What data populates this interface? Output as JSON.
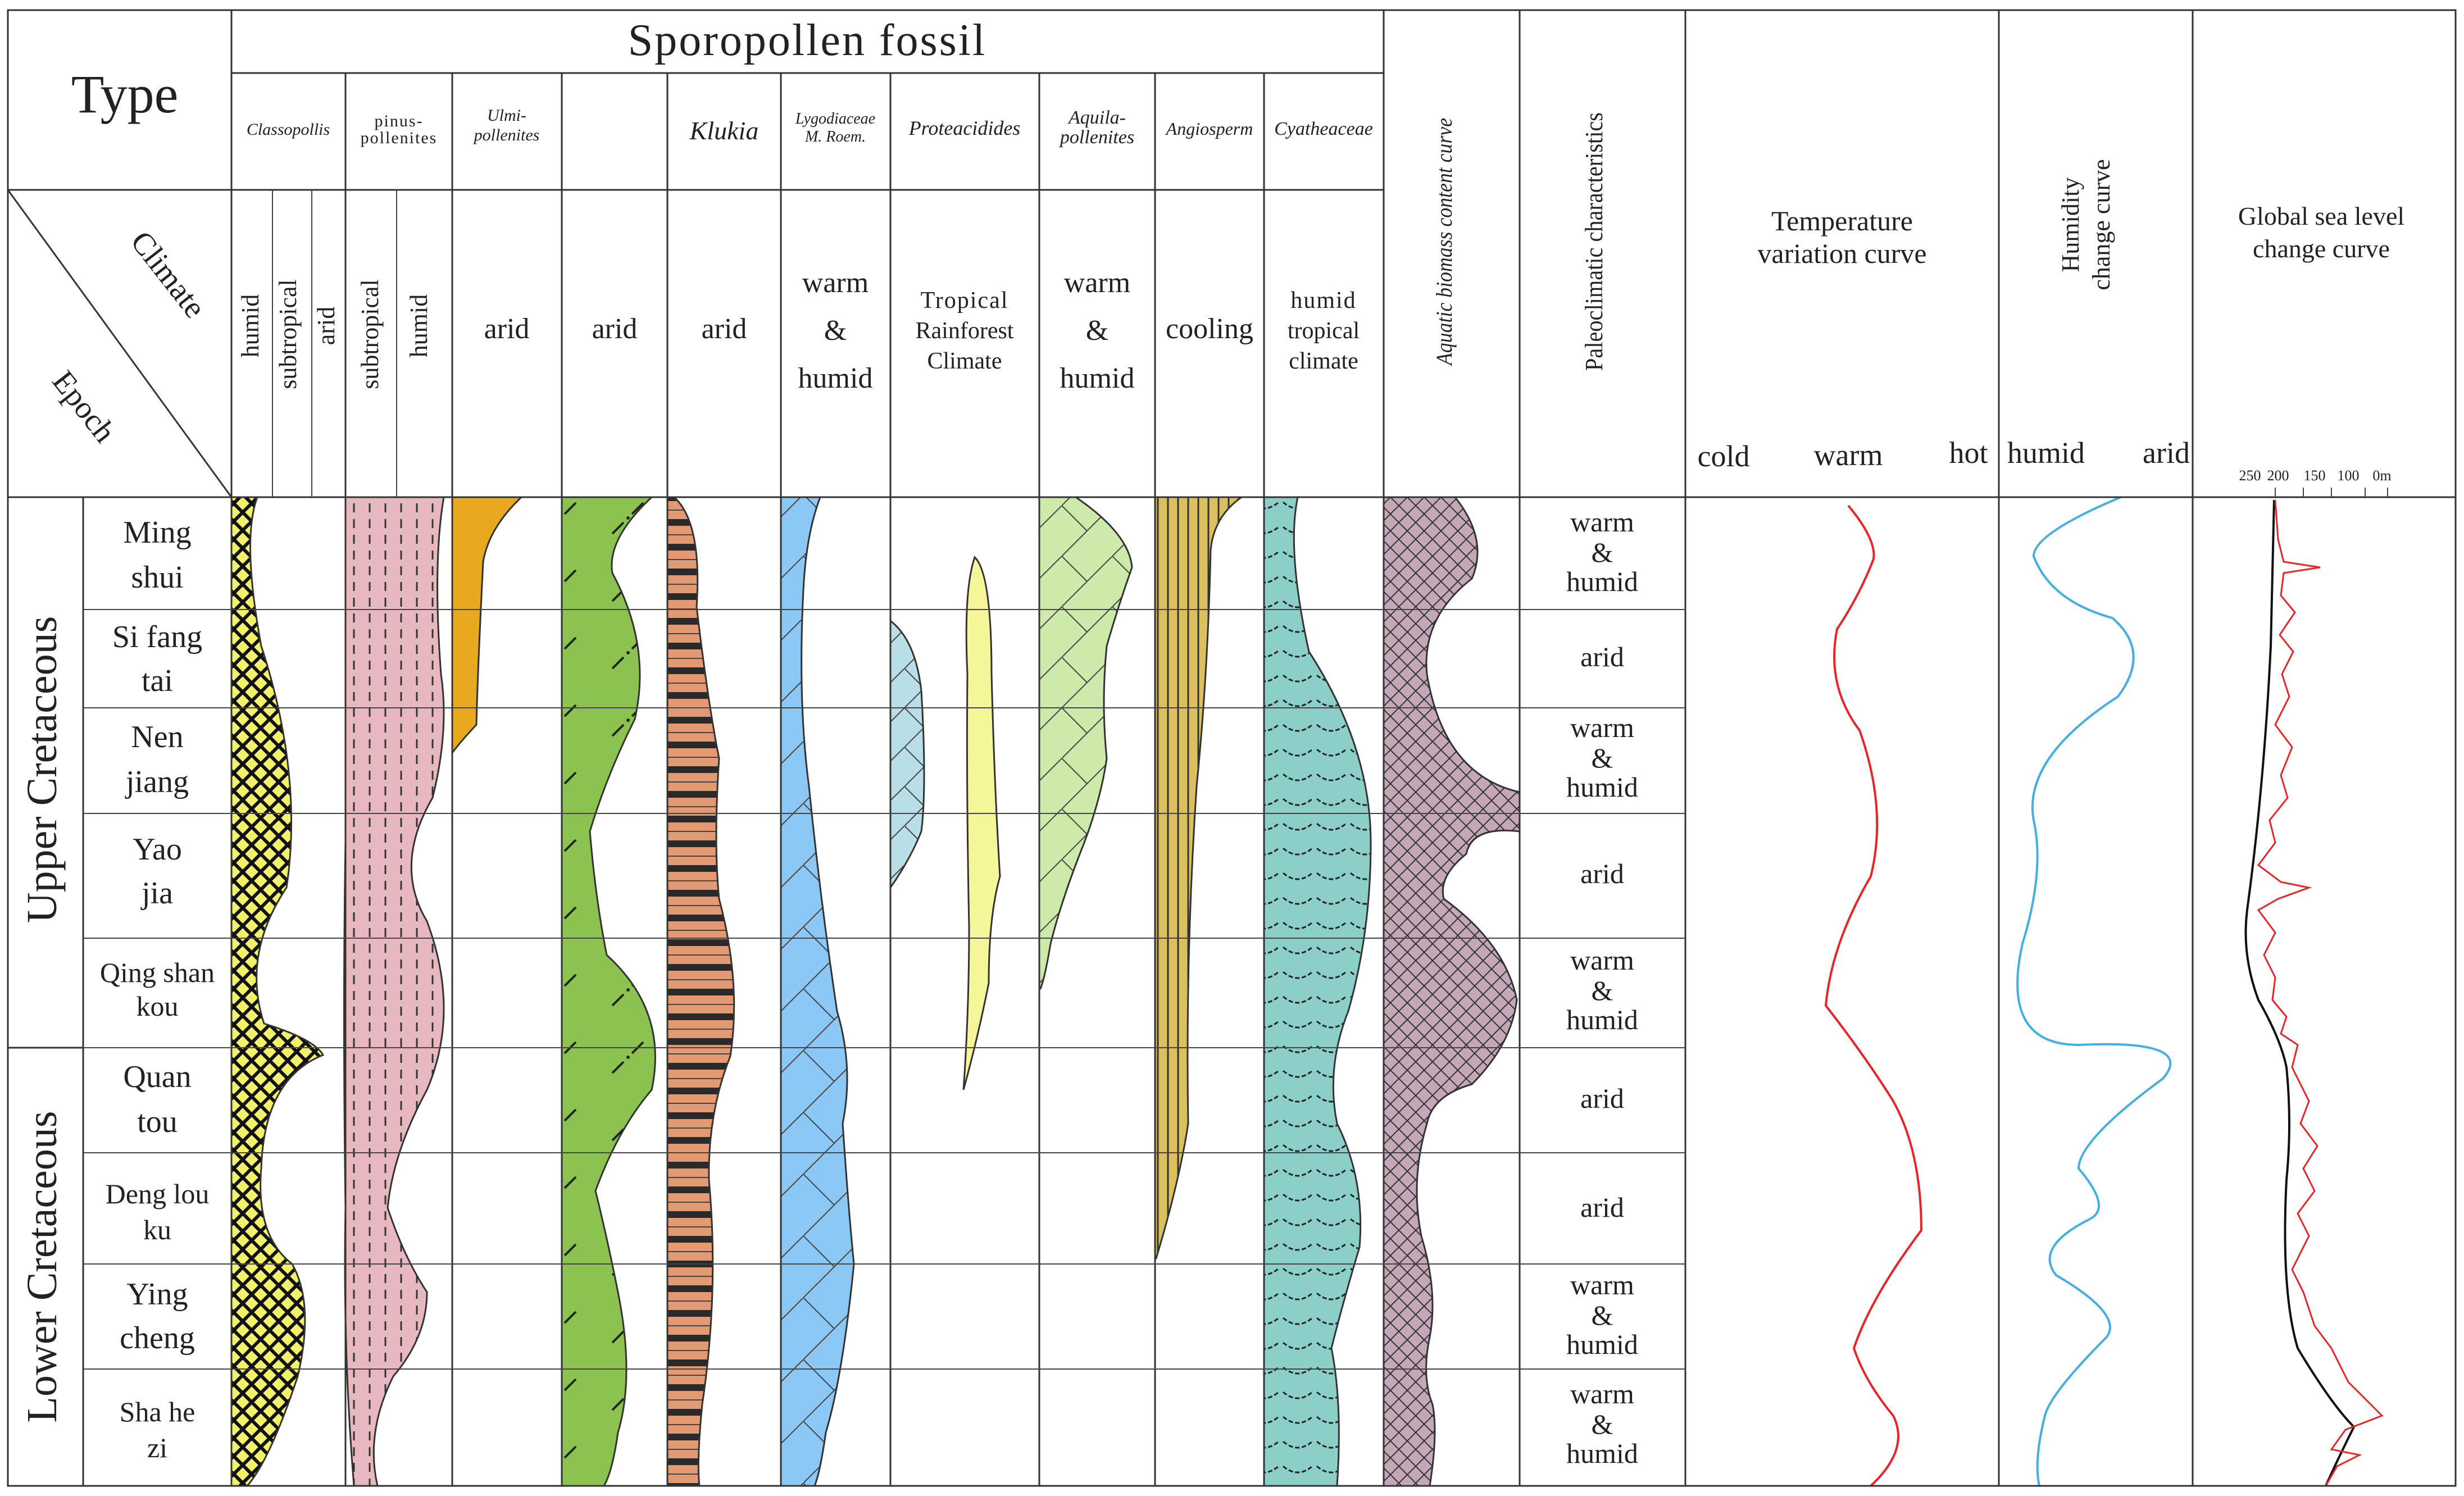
{
  "header": {
    "type_label": "Type",
    "group_title": "Sporopollen fossil",
    "climate_label": "Climate",
    "epoch_label": "Epoch"
  },
  "taxa": [
    {
      "name": "Classopollis",
      "climate": [
        "humid",
        "subtropical",
        "arid"
      ],
      "color": "#f2f26a"
    },
    {
      "name": "pinus-pollenites",
      "climate": [
        "subtropical",
        "humid"
      ],
      "color": "#e8b8c0"
    },
    {
      "name": "Ulmi-pollenites",
      "climate": [
        "arid"
      ],
      "color": "#e8a820"
    },
    {
      "name": "",
      "climate": [
        "arid"
      ],
      "color": "#8cc350"
    },
    {
      "name": "Klukia",
      "climate": [
        "arid"
      ],
      "color": "#e39a72"
    },
    {
      "name": "Lygodiaceae M. Roem.",
      "climate": [
        "warm",
        "&",
        "humid"
      ],
      "color": "#8cc8f5"
    },
    {
      "name": "Proteacidides",
      "climate": [
        "Tropical",
        "Rainforest",
        "Climate"
      ],
      "color": "#b8dfe8"
    },
    {
      "name": "Aquila-pollenites",
      "climate": [
        "warm",
        "&",
        "humid"
      ],
      "color": "#cdeaaa"
    },
    {
      "name": "Angiosperm",
      "climate": [
        "cooling"
      ],
      "color": "#dcc060"
    },
    {
      "name": "Cyatheaceae",
      "climate": [
        "humid",
        "tropical",
        "climate"
      ],
      "color": "#8ccfc8"
    }
  ],
  "extra_columns": {
    "aquatic": "Aquatic biomass content curve",
    "paleoclimatic": "Paleoclimatic characteristics",
    "temperature": {
      "title": [
        "Temperature",
        "variation curve"
      ],
      "axis": [
        "cold",
        "warm",
        "hot"
      ],
      "color": "#e8262a"
    },
    "humidity": {
      "title": [
        "Humidity",
        "change curve"
      ],
      "axis": [
        "humid",
        "arid"
      ],
      "color": "#45aee3"
    },
    "sea_level": {
      "title": [
        "Global sea level",
        "change curve"
      ],
      "ticks": [
        "250",
        "200",
        "150",
        "100",
        "0m"
      ],
      "color": "#e8262a"
    }
  },
  "epochs": [
    {
      "name": "Upper Cretaceous"
    },
    {
      "name": "Lower Cretaceous"
    }
  ],
  "formations": [
    {
      "name": [
        "Ming",
        "shui"
      ],
      "climate": [
        "warm",
        "&",
        "humid"
      ]
    },
    {
      "name": [
        "Si fang",
        "tai"
      ],
      "climate": [
        "arid"
      ]
    },
    {
      "name": [
        "Nen",
        "jiang"
      ],
      "climate": [
        "warm",
        "&",
        "humid"
      ]
    },
    {
      "name": [
        "Yao",
        "jia"
      ],
      "climate": [
        "arid"
      ]
    },
    {
      "name": [
        "Qing shan",
        "kou"
      ],
      "climate": [
        "warm",
        "&",
        "humid"
      ]
    },
    {
      "name": [
        "Quan",
        "tou"
      ],
      "climate": [
        "arid"
      ]
    },
    {
      "name": [
        "Deng lou",
        "ku"
      ],
      "climate": [
        "arid"
      ]
    },
    {
      "name": [
        "Ying",
        "cheng"
      ],
      "climate": [
        "warm",
        "&",
        "humid"
      ]
    },
    {
      "name": [
        "Sha he",
        "zi"
      ],
      "climate": [
        "warm",
        "&",
        "humid"
      ]
    }
  ],
  "colors": {
    "aquatic": "#c4a8b8"
  }
}
